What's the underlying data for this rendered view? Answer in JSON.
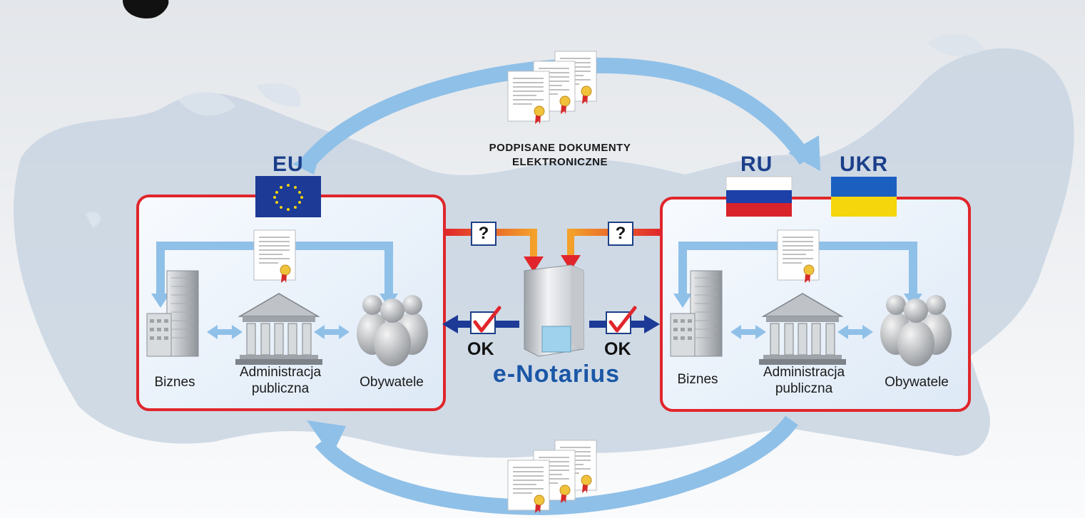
{
  "caption": {
    "line1": "PODPISANE DOKUMENTY",
    "line2": "ELEKTRONICZNE"
  },
  "brand": "e-Notarius",
  "regions": {
    "eu": "EU",
    "ru": "RU",
    "ukr": "UKR"
  },
  "left_panel": {
    "business": "Biznes",
    "admin_line1": "Administracja",
    "admin_line2": "publiczna",
    "citizens": "Obywatele"
  },
  "right_panel": {
    "business": "Biznes",
    "admin_line1": "Administracja",
    "admin_line2": "publiczna",
    "citizens": "Obywatele"
  },
  "status": {
    "ok_left": "OK",
    "ok_right": "OK",
    "query_left": "?",
    "query_right": "?"
  },
  "colors": {
    "panel_border": "#e0262b",
    "flow_arrow": "#8fc0e8",
    "brand_blue": "#1b57a6",
    "ok_arrow": "#1c3a96",
    "russia": [
      "#ffffff",
      "#1c3fa8",
      "#d8232a"
    ],
    "ukraine": [
      "#1b5fc0",
      "#f5d50c"
    ],
    "eu_flag": "#1c3a96"
  }
}
